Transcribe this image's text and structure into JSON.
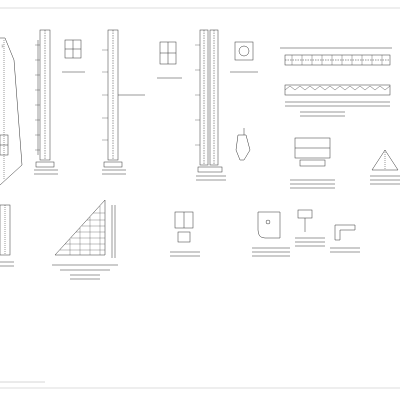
{
  "sheet": {
    "title": "",
    "ink": "#333333",
    "paper": "#ffffff"
  },
  "views": [
    {
      "id": "elevation-left-partial",
      "caption": ""
    },
    {
      "id": "column-elevation-1",
      "caption": ""
    },
    {
      "id": "detail-small-1",
      "caption": ""
    },
    {
      "id": "column-elevation-2",
      "caption": ""
    },
    {
      "id": "detail-small-2",
      "caption": ""
    },
    {
      "id": "column-elevation-3",
      "caption": ""
    },
    {
      "id": "pipe-section-detail",
      "caption": ""
    },
    {
      "id": "beam-elevation",
      "caption": ""
    },
    {
      "id": "section-box-detail",
      "caption": ""
    },
    {
      "id": "triangular-bracket-detail",
      "caption": ""
    },
    {
      "id": "gusset-plate-elevation",
      "caption": ""
    },
    {
      "id": "plate-detail-small",
      "caption": ""
    },
    {
      "id": "anchor-plate-detail",
      "caption": ""
    },
    {
      "id": "connector-detail",
      "caption": ""
    },
    {
      "id": "angle-detail",
      "caption": ""
    }
  ],
  "footer": {
    "note": ""
  }
}
